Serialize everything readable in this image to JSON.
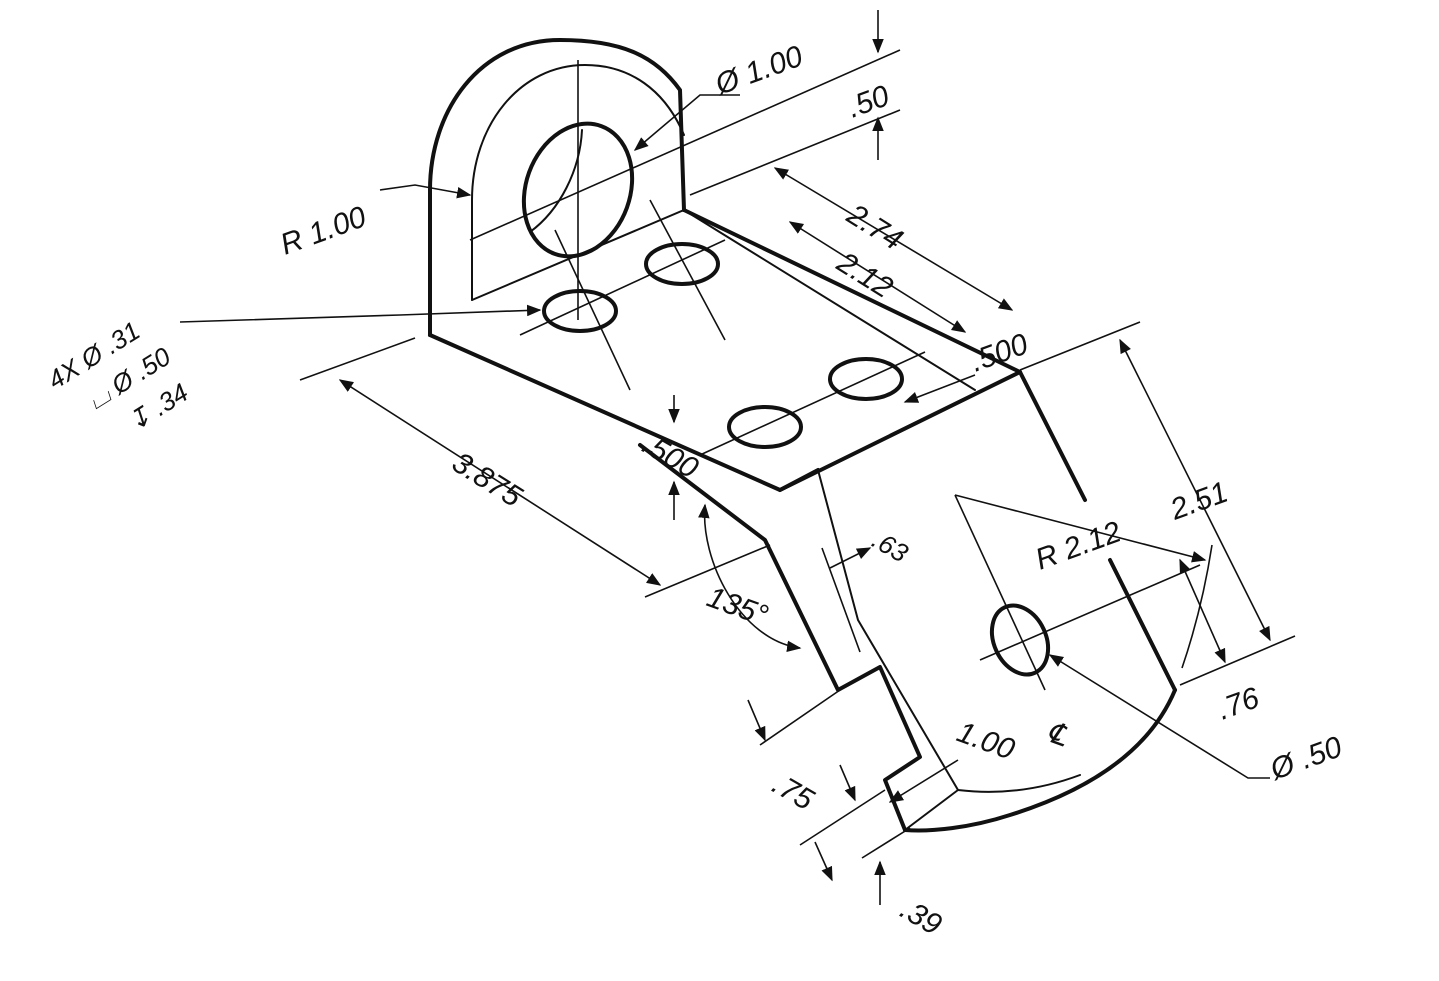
{
  "dimensions": {
    "hole_diameter": "Ø 1.00",
    "top_offset": ".50",
    "radius_top": "R 1.00",
    "length_274": "2.74",
    "length_212": "2.12",
    "hole_callout_line1": "4X Ø .31",
    "hole_callout_line2": "⌴ Ø .50",
    "hole_callout_line3": "↧ .34",
    "thickness_500_a": ".500",
    "thickness_500_b": ".500",
    "length_3875": "3.875",
    "dim_63": ".63",
    "radius_212": "R 2.12",
    "height_251": "2.51",
    "angle": "135°",
    "dim_76": ".76",
    "dim_100": "1.00",
    "centerline": "℄",
    "small_hole": "Ø .50",
    "dim_75": ".75",
    "dim_39": ".39"
  }
}
